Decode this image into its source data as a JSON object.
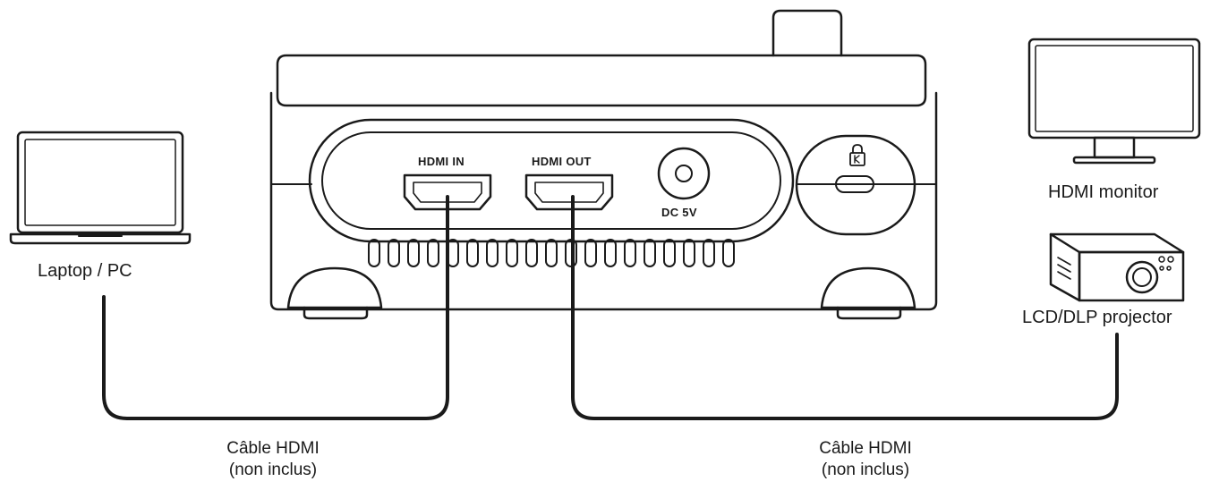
{
  "devices": {
    "laptop": {
      "label": "Laptop / PC",
      "icon": "laptop-icon"
    },
    "monitor": {
      "label": "HDMI monitor",
      "icon": "monitor-icon"
    },
    "projector": {
      "label": "LCD/DLP projector",
      "icon": "projector-icon"
    },
    "main_unit": {
      "icon": "document-camera-icon"
    }
  },
  "ports": {
    "hdmi_in": "HDMI IN",
    "hdmi_out": "HDMI OUT",
    "dc": "DC 5V",
    "lock_icon": "kensington-lock-icon"
  },
  "cables": {
    "left": {
      "line1": "Câble HDMI",
      "line2": "(non inclus)"
    },
    "right": {
      "line1": "Câble HDMI",
      "line2": "(non inclus)"
    }
  },
  "colors": {
    "stroke": "#1a1a1a",
    "background": "#ffffff"
  }
}
